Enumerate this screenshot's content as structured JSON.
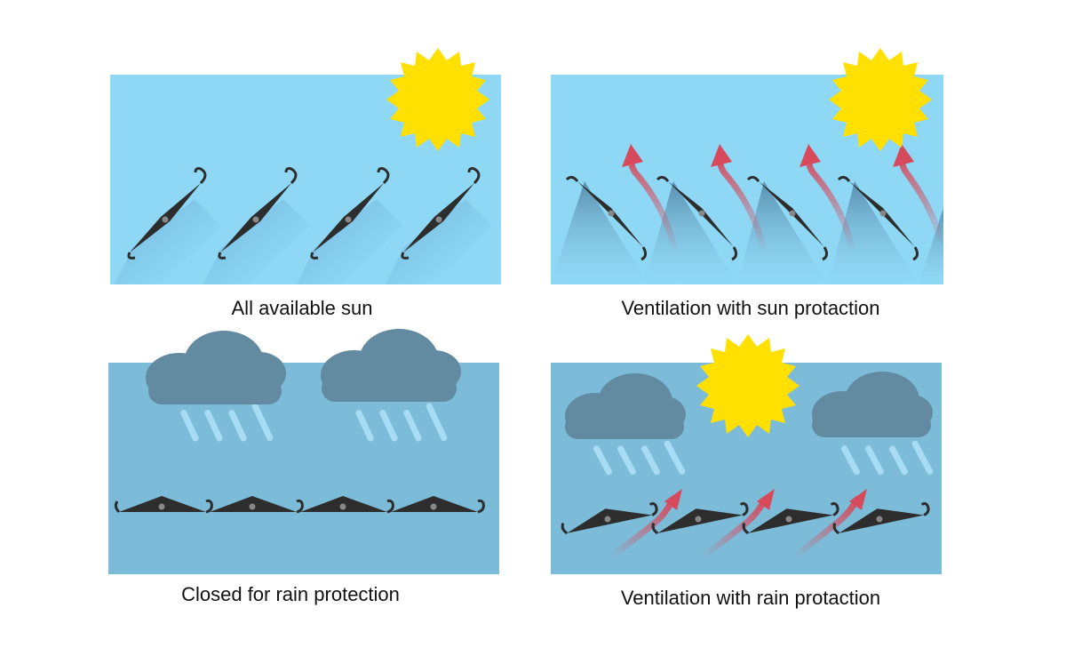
{
  "panels": [
    {
      "caption": "All available sun",
      "state": "open-flat",
      "sky_color": "#8fd8f5",
      "icons": [
        "sun-icon"
      ]
    },
    {
      "caption": "Ventilation with sun protaction",
      "state": "tilted-open",
      "sky_color": "#8fd8f5",
      "icons": [
        "sun-icon",
        "airflow-arrow-icon"
      ]
    },
    {
      "caption": "Closed for rain protection",
      "state": "closed",
      "sky_color": "#7dbcd9",
      "icons": [
        "rain-cloud-icon"
      ]
    },
    {
      "caption": "Ventilation with rain protaction",
      "state": "slightly-open",
      "sky_color": "#7dbcd9",
      "icons": [
        "sun-icon",
        "rain-cloud-icon",
        "airflow-arrow-icon"
      ]
    }
  ],
  "colors": {
    "sun": "#ffe000",
    "cloud": "#628aa1",
    "rain": "#a8dcf4",
    "louver": "#2d2d2d",
    "arrow": "#d64a5c"
  }
}
